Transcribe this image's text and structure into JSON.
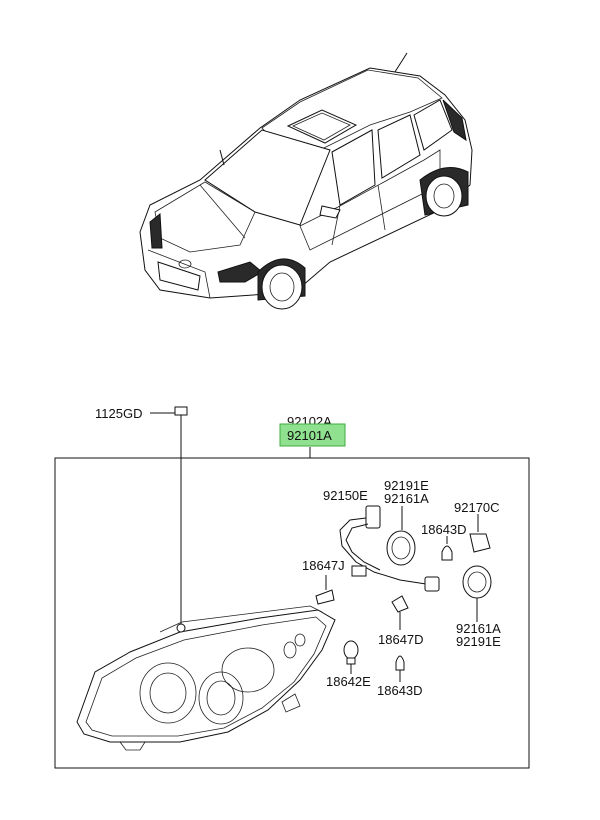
{
  "labels": {
    "bolt": "1125GD",
    "assembly_rh": "92102A",
    "assembly_lh": "92101A",
    "harness": "92150E",
    "cap_upper_a": "92191E",
    "cap_upper_b": "92161A",
    "socket_upper": "92170C",
    "bulb_upper_right": "18643D",
    "bulb_left_j": "18647J",
    "bulb_center_d": "18647D",
    "cap_lower_a": "92161A",
    "cap_lower_b": "92191E",
    "bulb_lower_e": "18642E",
    "bulb_lower_d": "18643D"
  },
  "highlight": {
    "target": "92101A",
    "color": "#8fe08f",
    "border": "#3fae3f"
  },
  "colors": {
    "line": "#111111",
    "background": "#ffffff"
  }
}
